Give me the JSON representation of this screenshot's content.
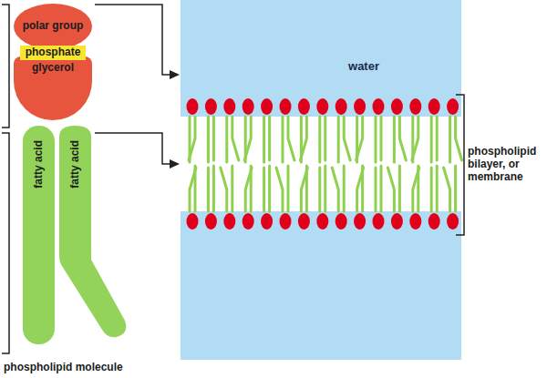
{
  "diagram": {
    "nodes": [
      {
        "text": [
          "polar group"
        ]
      },
      {
        "text": [
          "phosphate"
        ]
      },
      {
        "text": [
          "glycerol"
        ]
      },
      {
        "text": [
          "fatty acid"
        ]
      },
      {
        "text": [
          "fatty acid"
        ]
      },
      {
        "text": [
          "water"
        ]
      }
    ],
    "labels": [
      "phospholipid molecule",
      "phospholipid bilayer, or membrane"
    ]
  }
}
